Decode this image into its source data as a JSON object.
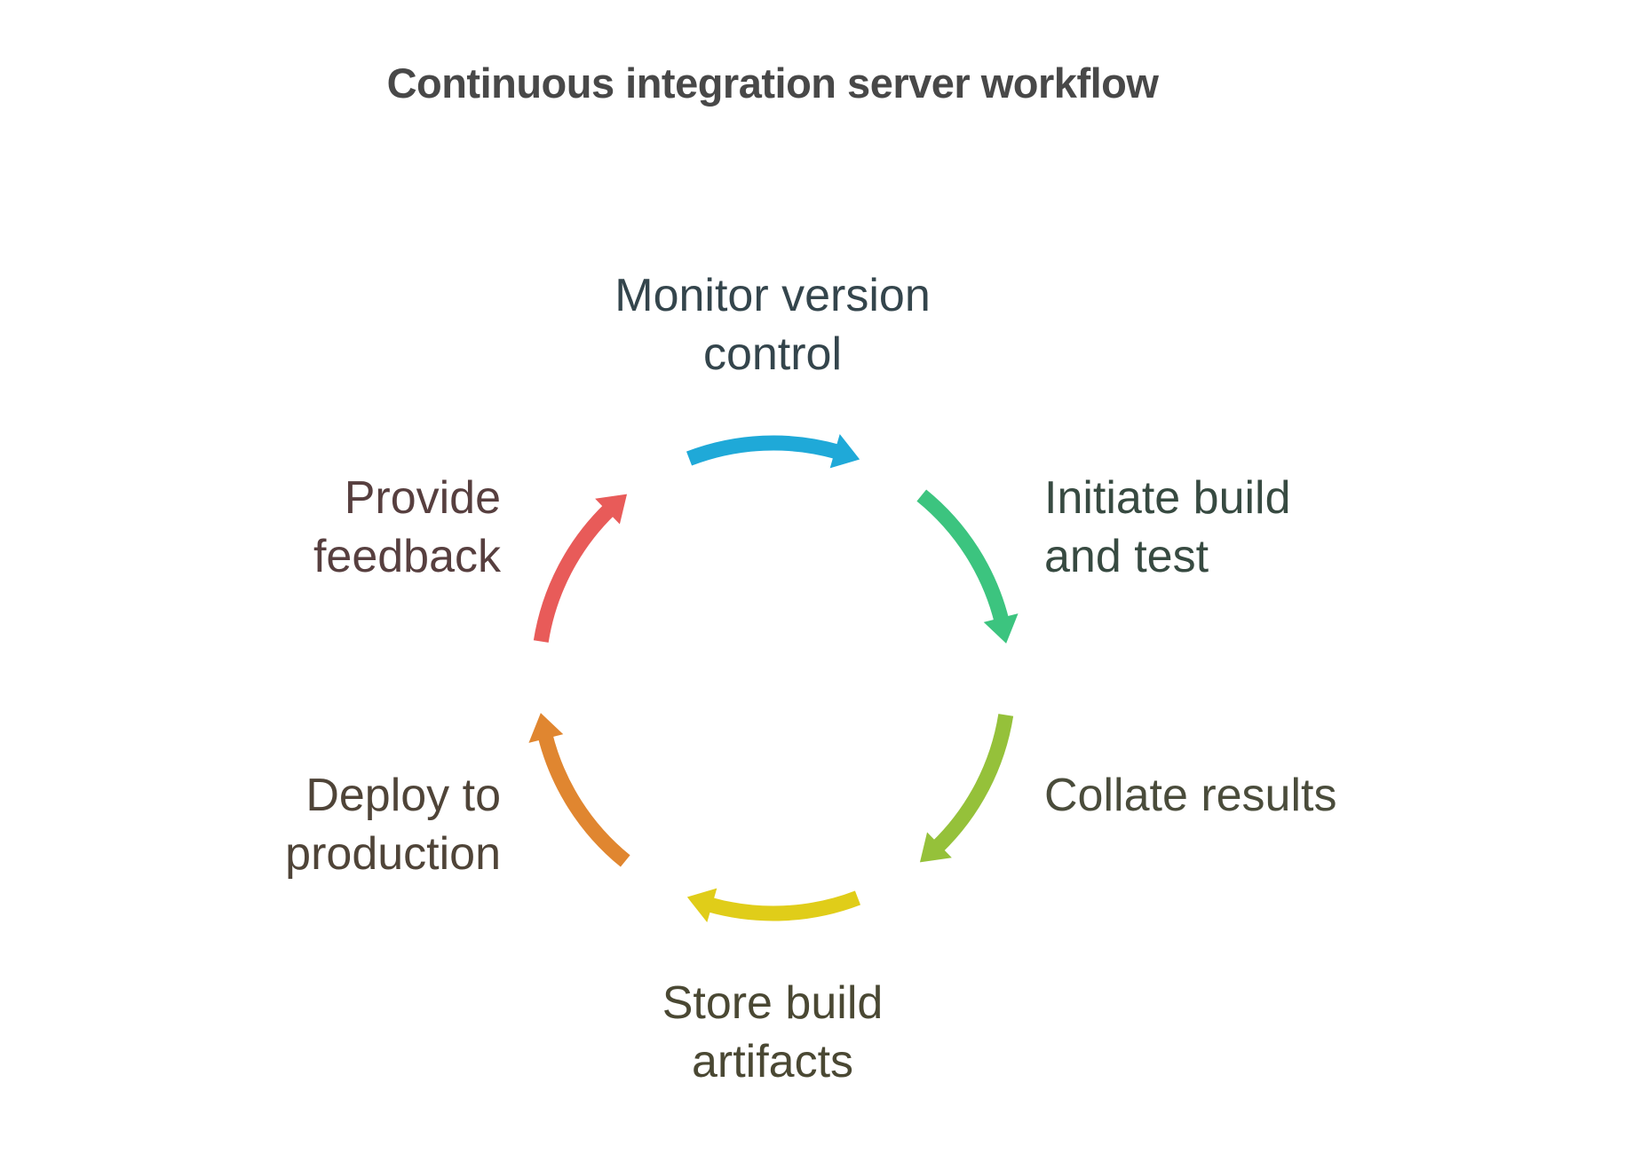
{
  "title": "Continuous integration server workflow",
  "steps": [
    {
      "lines": [
        "Monitor version",
        "control"
      ],
      "color": "#1fa9d8",
      "icon": "arrow-icon"
    },
    {
      "lines": [
        "Initiate build",
        "and test"
      ],
      "color": "#3cc47f",
      "icon": "arrow-icon"
    },
    {
      "lines": [
        "Collate results"
      ],
      "color": "#95c13a",
      "icon": "arrow-icon"
    },
    {
      "lines": [
        "Store build",
        "artifacts"
      ],
      "color": "#e0cd19",
      "icon": "arrow-icon"
    },
    {
      "lines": [
        "Deploy to",
        "production"
      ],
      "color": "#e08630",
      "icon": "arrow-icon"
    },
    {
      "lines": [
        "Provide",
        "feedback"
      ],
      "color": "#e85b59",
      "icon": "arrow-icon"
    }
  ]
}
